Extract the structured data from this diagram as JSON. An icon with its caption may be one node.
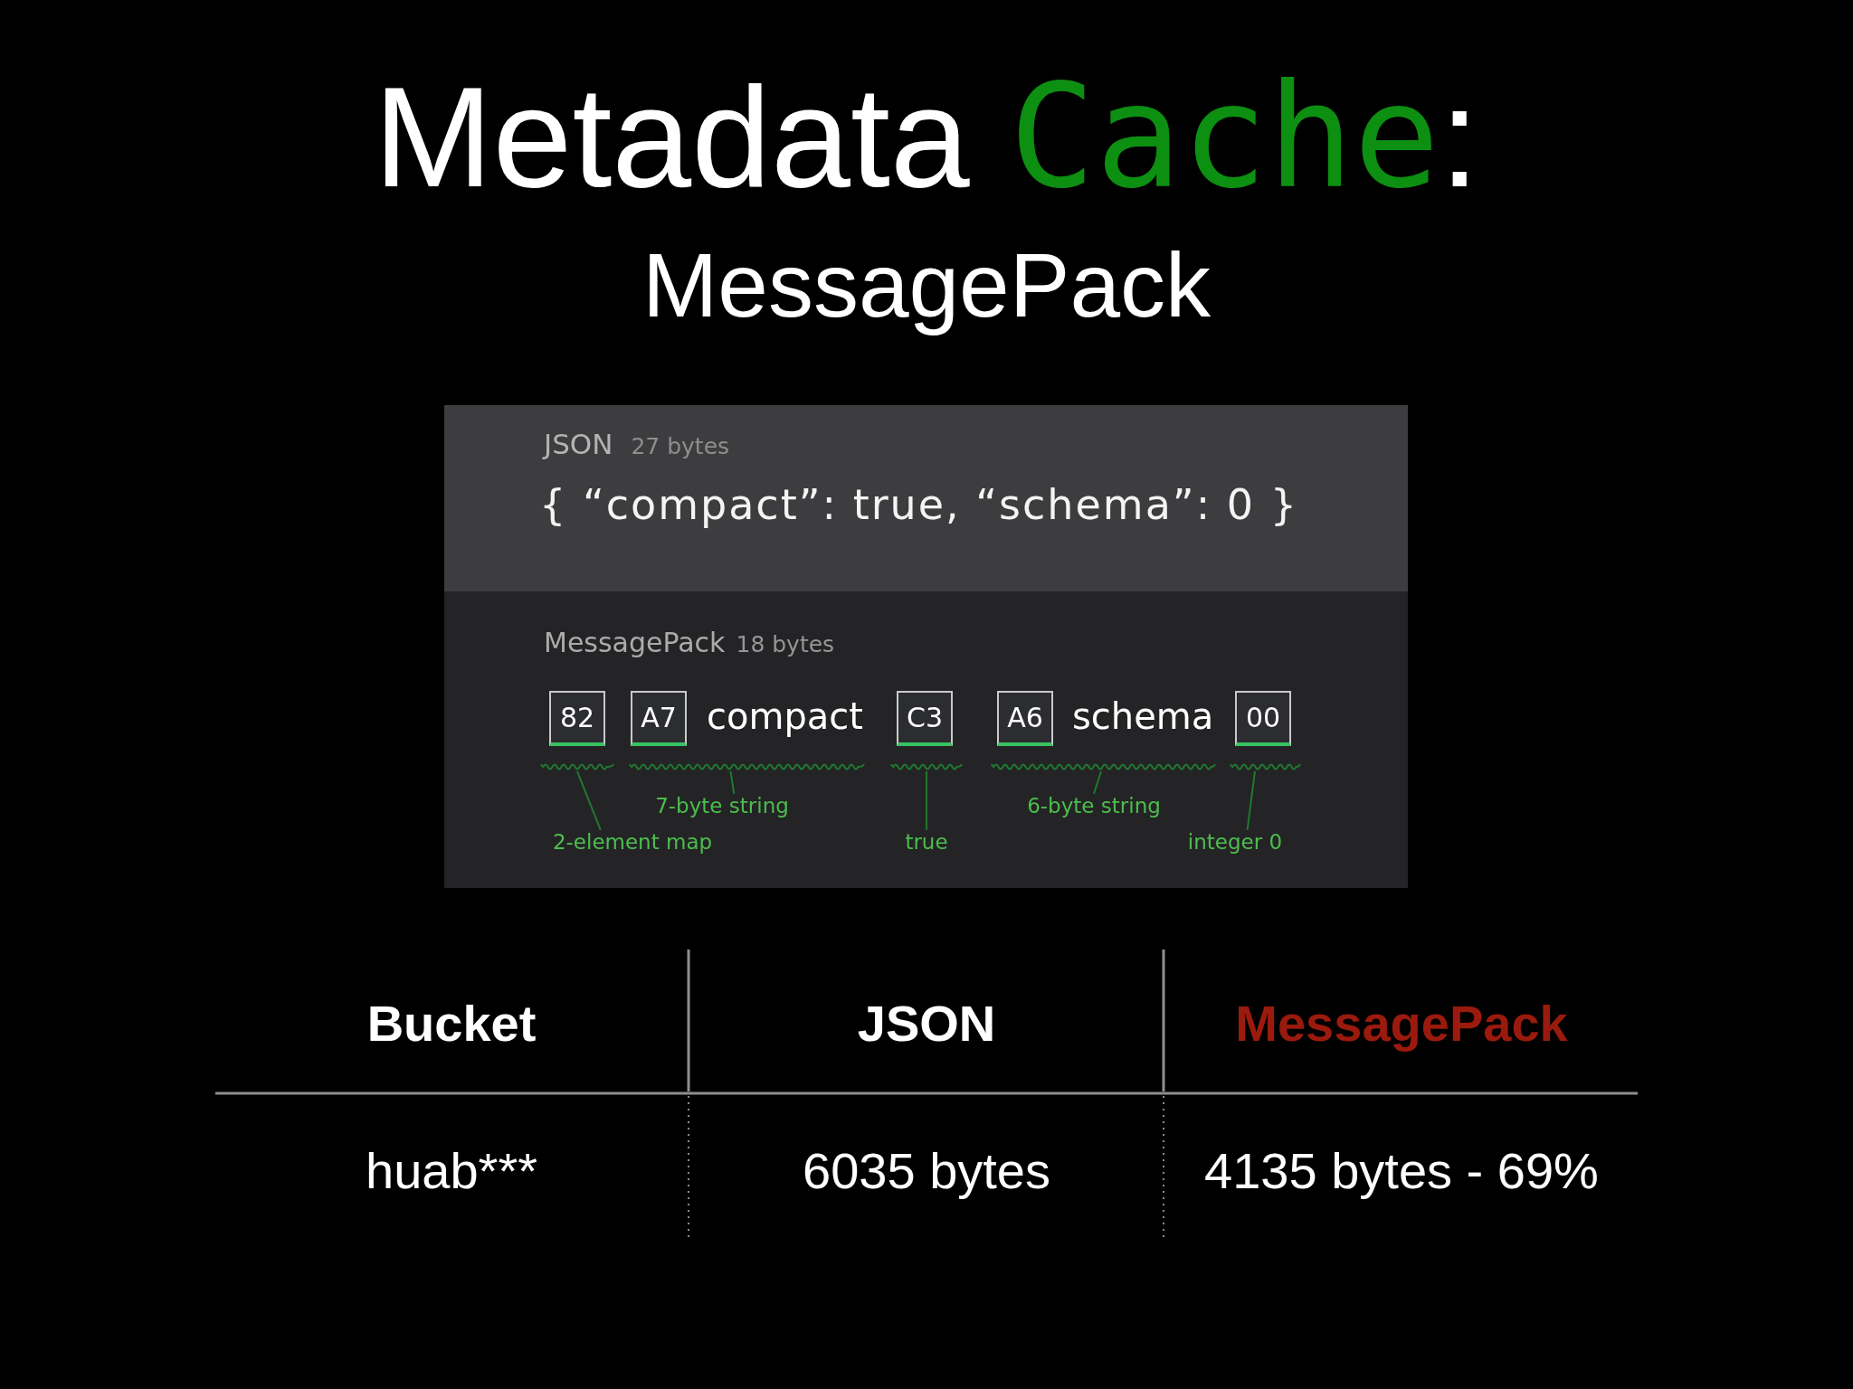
{
  "diagram": {
    "title": "Metadata Cache:",
    "nodes": [
      {
        "text": [
          "JSON",
          "27 bytes",
          "{ “compact”: true, “schema”: 0 }"
        ]
      },
      {
        "text": [
          "MessagePack",
          "18 bytes",
          "compact",
          "schema"
        ]
      },
      {
        "text": [
          "82"
        ],
        "in": 1
      },
      {
        "text": [
          "A7"
        ],
        "in": 1
      },
      {
        "text": [
          "C3"
        ],
        "in": 1
      },
      {
        "text": [
          "A6"
        ],
        "in": 1
      },
      {
        "text": [
          "00"
        ],
        "in": 1
      },
      {
        "text": [],
        "shape": "wave",
        "in": 1
      },
      {
        "text": [],
        "shape": "wave",
        "in": 1
      },
      {
        "text": [],
        "shape": "wave",
        "in": 1
      },
      {
        "text": [],
        "shape": "wave",
        "in": 1
      },
      {
        "text": [],
        "shape": "wave",
        "in": 1
      },
      {
        "text": [
          "7-byte string"
        ],
        "in": 1
      },
      {
        "text": [
          "6-byte string"
        ],
        "in": 1
      },
      {
        "text": [
          "2-element map"
        ],
        "in": 1
      },
      {
        "text": [
          "true"
        ],
        "in": 1
      },
      {
        "text": [
          "integer 0"
        ],
        "in": 1
      }
    ],
    "edges": [
      {
        "from": 12,
        "to": 8,
        "arrow": "none"
      },
      {
        "from": 13,
        "to": 10,
        "arrow": "none"
      },
      {
        "from": 14,
        "to": 7,
        "arrow": "none"
      },
      {
        "from": 15,
        "to": 9,
        "arrow": "none"
      },
      {
        "from": 16,
        "to": 11,
        "arrow": "none"
      }
    ],
    "labels": [
      "MessagePack",
      "Bucket",
      "JSON",
      "MessagePack",
      "huab***",
      "6035 bytes",
      "4135 bytes - 69%"
    ]
  }
}
